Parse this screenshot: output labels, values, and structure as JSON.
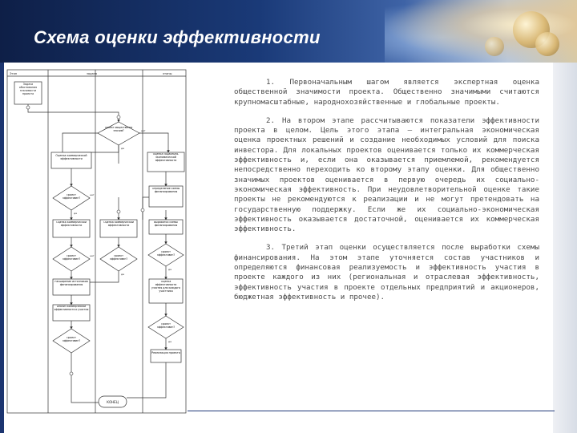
{
  "slide": {
    "title": "Схема оценки эффективности"
  },
  "text": {
    "p1": "1. Первоначальным шагом является экспертная оценка общественной значимости проекта. Общественно значимыми считаются крупномасштабные, народнохозяйственные и глобальные проекты.",
    "p2": "2. На втором этапе рассчитываются показатели эффективности проекта в целом. Цель этого этапа — интегральная экономическая оценка проектных решений и создание необходимых условий для поиска инвестора. Для локальных проектов оценивается только их коммерческая эффективность и, если она оказывается приемлемой, рекомендуется непосредственно переходить ко второму этапу оценки. Для общественно значимых проектов оценивается в первую очередь их социально-экономическая эффективность. При неудовлетворительной оценке такие проекты не рекомендуются к реализации и не могут претендовать на государственную поддержку. Если же их социально-экономическая эффективность оказывается достаточной, оценивается их коммерческая эффективность.",
    "p3": "3. Третий этап оценки осуществляется после выработки схемы финансирования. На этом этапе уточняется состав участников и определяются финансовая реализуемость и эффективность участия в проекте каждого из них (региональная и отраслевая эффективность, эффективность участия в проекте отдельных предприятий и акционеров, бюджетная эффективность и прочее)."
  },
  "flowchart": {
    "col_headers": [
      "Этап",
      "задача",
      "этапы"
    ],
    "start": "Задача обоснования значимости проекта",
    "d1": "Проект общественно значим?",
    "b_left1": "Оценка коммерческой эффективности",
    "b_right1": "Оценка социально-экономической эффективности",
    "d_left1": "Проект эффективен?",
    "b_left2": "Оценка коммерческой эффективности",
    "b_mid2": "Оценка коммерческой эффективности",
    "b_right2": "Определение схемы финансирования",
    "b_right3": "Выработка схемы финансирования",
    "d_left2": "Проект эффективен?",
    "d_mid2": "Проект эффективен?",
    "d_right2": "Проект эффективен?",
    "b_left3": "Расширение источников финансирования",
    "b_right4": "Оценка эффективности участия для каждого участника",
    "b_left4": "Анализ коммерческой эффективности и участия",
    "d_left3": "Проект эффективен?",
    "d_right3": "Проект эффективен?",
    "b_right5": "Реализация проекта",
    "end": "КОНЕЦ",
    "yes": "да",
    "no": "нет"
  }
}
